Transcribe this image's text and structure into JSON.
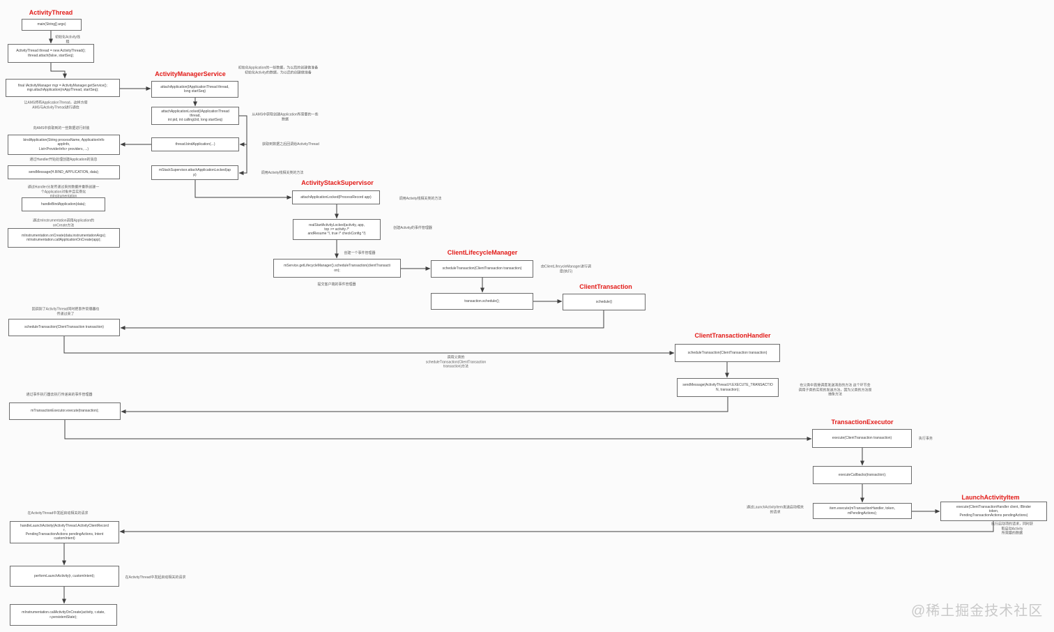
{
  "titles": {
    "activity_thread": "ActivityThread",
    "activity_manager_service": "ActivityManagerService",
    "activity_stack_supervisor": "ActivityStackSupervisor",
    "client_lifecycle_manager": "ClientLifecycleManager",
    "client_transaction": "ClientTransaction",
    "client_transaction_handler": "ClientTransactionHandler",
    "transaction_executor": "TransactionExecutor",
    "launch_activity_item": "LaunchActivityItem"
  },
  "nodes": {
    "main": "main(String[] args)",
    "new_thread": "ActivityThread thread = new ActivityThread();\nthread.attach(false, startSeq);",
    "attach_mgr": "final IActivityManager mgr = ActivityManager.getService();\nmgr.attachApplication(mAppThread, startSeq);",
    "bind_app": "bindApplication(String processName, ApplicationInfo\nappInfo,\nList<ProviderInfo> providers, ...)",
    "send_bind": "sendMessage(H.BIND_APPLICATION, data);",
    "handle_bind": "handleBindApplication(data);",
    "instr_oncreate": "mInstrumentation.onCreate(data.instrumentationArgs);\nmInstrumentation.callApplicationOnCreate(app);",
    "ams_attach": "attachApplication(IApplicationThread thread,\nlong startSeq)",
    "ams_attach_locked": "attachApplicationLocked(IApplicationThread\nthread,\nint pid, int callingUid, long startSeq)",
    "thread_bind": "thread.bindApplication(...)",
    "mstack_attach": "mStackSupervisor.attachApplicationLocked(ap\np)",
    "ass_attach_locked": "attachApplicationLocked(ProcessRecord app)",
    "real_start": "realStartActivityLocked(activity, app,\ntop >= activity /*\nandResume */, true /* checkConfig */)",
    "get_lcm": "mService.getLifecycleManager().scheduleTransaction(clientTransacti\non);",
    "clm_schedule": "scheduleTransaction(ClientTransaction transaction)",
    "tx_schedule": "transaction.schedule();",
    "ct_schedule": "schedule()",
    "at_schedule": "scheduleTransaction(ClientTransaction transaction)",
    "cth_schedule": "scheduleTransaction(ClientTransaction transaction)",
    "send_exec": "sendMessage(ActivityThread.H.EXECUTE_TRANSACTIO\nN, transaction);",
    "mtx_exec": "mTransactionExecutor.execute(transaction);",
    "te_exec": "execute(ClientTransaction transaction)",
    "exec_cb": "executeCallbacks(transaction);",
    "item_exec": "item.execute(mTransactionHandler, token,\nmPendingActions);",
    "lai_exec": "execute(ClientTransactionHandler client, IBinder\ntoken,\nPendingTransactionActions pendingActions)",
    "handle_launch": "handleLaunchActivity(ActivityThread.ActivityClientRecord\nr,\nPendingTransactionActions pendingActions, Intent\ncustomIntent)",
    "perform_launch": "performLaunchActivity(r, customIntent);",
    "call_oncreate": "mInstrumentation.callActivityOnCreate(activity, r.state,\nr.persistentState);"
  },
  "labels": {
    "l1": "初始化Activity线\n程",
    "l2": "让AMS持有ApplicationThread，这样方便\nAMS与ActivityThread进行通信",
    "l3": "向AMS中获取到的一些数据进行封装",
    "l4": "通过Handler开始处理创建Application的消息",
    "l5": "通过Handler分发传递过来的数据并重新创建一\n个Application对象并且实例化\nmInstrumentation",
    "l6": "通过mInstrumentation调用Application的\nonCreate方法",
    "l7": "初始化Application的一些数据，为以后的创建做准备\n初始化Activity的数据，为以后的创建做准备",
    "l8": "从AMS中获取创建Application所需要的一些\n数据",
    "l9": "获取到数据之后回调给ActivityThread",
    "l10": "调用Activity栈相关类的方法",
    "l11": "调用Activity栈相关类的方法",
    "l12": "创建Activity的事件管理器",
    "l13": "创建一个事件管理器",
    "l14": "提交客户端的事件管理器",
    "l15": "由ClientLifecycleManager进行调\n度(执行)",
    "l16": "回调到了ActivityThread同时把事件管理器也\n传递过来了",
    "l17": "调用父类的\nscheduleTransaction(ClientTransaction\ntransaction)方法",
    "l18": "在父类中直接调度发送消息的方法 这个环节会\n调用子类的实现的发送方法，因为父类的方法是\n抽象方法",
    "l19": "通过事件执行器去执行传递来的事件管理器",
    "l20": "执行事务",
    "l21": "通过LaunchActivityItem发送启动相关\n的请求",
    "l22": "执行启动项的请求，同时获取启动Activity\n所需要的数据",
    "l23": "在ActivityThread中发起启动相关的请求",
    "l24": "在ActivityThread中发起启动相关的请求"
  },
  "watermark": "@稀土掘金技术社区",
  "colors": {
    "title_red": "#e21a17",
    "box_border": "#6b6b6b",
    "connector": "#3f3f3f",
    "annotation": "#5a5a5a",
    "watermark_gray": "#c9c9c9"
  }
}
